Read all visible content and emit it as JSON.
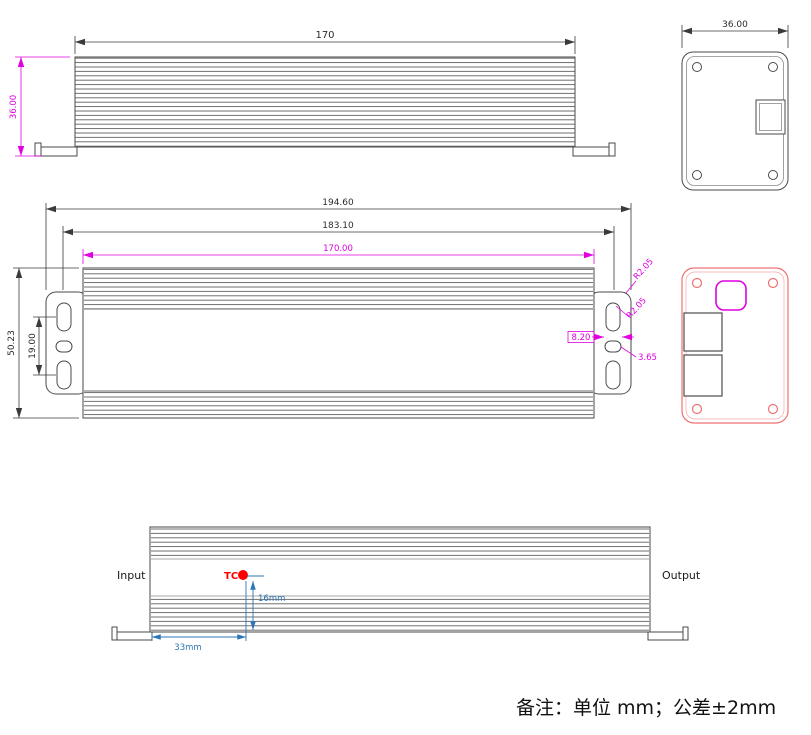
{
  "note": {
    "text": "备注：单位 mm；公差±2mm"
  },
  "colors": {
    "line": "#4a4a4a",
    "dim_black": "#3a3a3a",
    "dim_magenta": "#e000e0",
    "dim_blue": "#2e75b6",
    "marker_red": "#ff0000",
    "outline_red": "#f07070"
  },
  "front_view": {
    "dim_width": "170",
    "dim_height": "36.00"
  },
  "top_end_view": {
    "dim_width": "36.00"
  },
  "top_view": {
    "dim_overall_length": "194.60",
    "dim_inner_length": "183.10",
    "dim_body_length": "170.00",
    "dim_width": "50.23",
    "dim_slot_spacing": "19.00",
    "radius_label_1": "R2.05",
    "radius_label_2": "R2.05",
    "dim_slot_width": "8.20",
    "dim_hole_width": "3.65"
  },
  "side_view": {
    "input_label": "Input",
    "output_label": "Output",
    "tc_label": "TC",
    "dim_tc_height": "16mm",
    "dim_tc_offset": "33mm"
  }
}
